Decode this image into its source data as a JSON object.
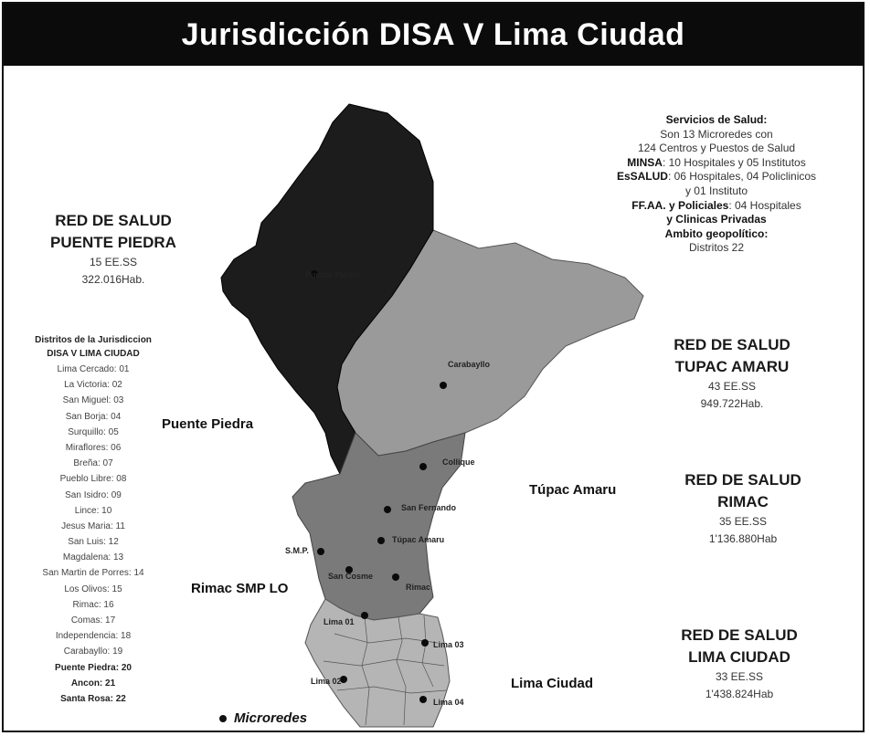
{
  "title": "Jurisdicción DISA V Lima Ciudad",
  "servicios": [
    {
      "text": "Servicios de Salud:",
      "bold": true
    },
    {
      "text": "Son 13 Microredes con",
      "bold": false
    },
    {
      "text": "124 Centros y Puestos de Salud",
      "bold": false
    },
    {
      "prefix": "MINSA",
      "text": ": 10 Hospitales y 05 Institutos",
      "bold": false
    },
    {
      "prefix": "EsSALUD",
      "text": ": 06 Hospitales, 04 Policlinicos",
      "bold": false
    },
    {
      "text": "y 01 Instituto",
      "bold": false
    },
    {
      "prefix": "FF.AA. y Policiales",
      "text": ": 04 Hospitales",
      "bold": false
    },
    {
      "text": "y Clinicas Privadas",
      "bold": true
    },
    {
      "text": "Ambito geopolítico:",
      "bold": true
    },
    {
      "text": "Distritos 22",
      "bold": false
    }
  ],
  "redes": [
    {
      "id": "puente-piedra",
      "title1": "RED DE SALUD",
      "title2": "PUENTE PIEDRA",
      "eess": "15 EE.SS",
      "hab": "322.016Hab."
    },
    {
      "id": "tupac-amaru",
      "title1": "RED DE SALUD",
      "title2": "TUPAC AMARU",
      "eess": "43 EE.SS",
      "hab": "949.722Hab."
    },
    {
      "id": "rimac",
      "title1": "RED DE SALUD",
      "title2": "RIMAC",
      "eess": "35 EE.SS",
      "hab": "1'136.880Hab"
    },
    {
      "id": "lima-ciudad",
      "title1": "RED DE SALUD",
      "title2": "LIMA CIUDAD",
      "eess": "33 EE.SS",
      "hab": "1'438.824Hab"
    }
  ],
  "distritos": {
    "heading_line1": "Distritos de la Jurisdiccion",
    "heading_line2": "DISA V LIMA CIUDAD",
    "items": [
      "Lima Cercado: 01",
      "La Victoria: 02",
      "San Miguel: 03",
      "San Borja: 04",
      "Surquillo: 05",
      "Miraflores: 06",
      "Breña: 07",
      "Pueblo Libre: 08",
      "San Isidro: 09",
      "Lince: 10",
      "Jesus Maria: 11",
      "San Luis: 12",
      "Magdalena: 13",
      "San Martin de Porres: 14",
      "Los Olivos: 15",
      "Rimac: 16",
      "Comas: 17",
      "Independencia: 18",
      "Carabayllo: 19",
      "Puente Piedra: 20",
      "Ancon: 21",
      "Santa Rosa: 22"
    ]
  },
  "regions": {
    "puente_piedra": "Puente Piedra",
    "tupac_amaru": "Túpac Amaru",
    "rimac_smp_lo": "Rimac SMP LO",
    "lima_ciudad": "Lima Ciudad"
  },
  "microredes": [
    {
      "label": "Puente Piedra"
    },
    {
      "label": "Carabayllo"
    },
    {
      "label": "Collique"
    },
    {
      "label": "San Fernando"
    },
    {
      "label": "Túpac Amaru"
    },
    {
      "label": "S.M.P."
    },
    {
      "label": "San Cosme"
    },
    {
      "label": "Rimac"
    },
    {
      "label": "Lima 01"
    },
    {
      "label": "Lima 02"
    },
    {
      "label": "Lima 03"
    },
    {
      "label": "Lima 04"
    }
  ],
  "legend": "Microredes",
  "colors": {
    "puente_piedra": "#1c1c1c",
    "tupac_amaru": "#9a9a9a",
    "rimac": "#7a7a7a",
    "lima_ciudad": "#b5b5b5",
    "title_bg": "#0b0b0b"
  }
}
